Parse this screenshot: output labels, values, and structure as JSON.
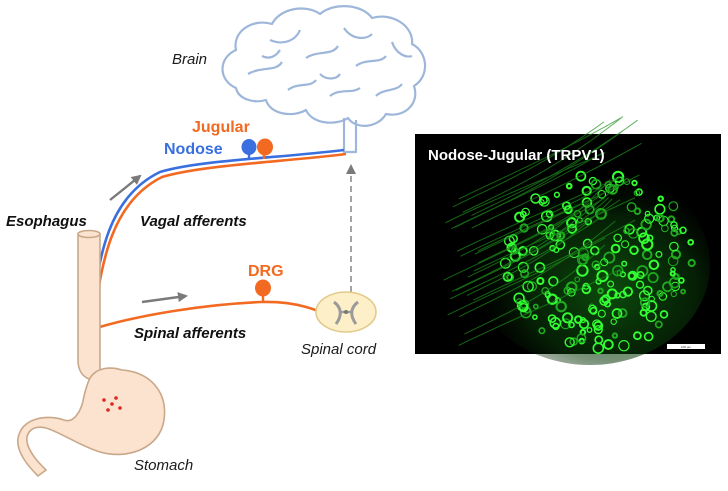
{
  "labels": {
    "brain": "Brain",
    "jugular": "Jugular",
    "nodose": "Nodose",
    "esophagus": "Esophagus",
    "vagal_afferents": "Vagal afferents",
    "drg": "DRG",
    "spinal_afferents": "Spinal afferents",
    "spinal_cord": "Spinal cord",
    "stomach": "Stomach"
  },
  "micrograph": {
    "title": "Nodose-Jugular (TRPV1)",
    "scale_bar_text": "100 µm"
  },
  "colors": {
    "vagal_blue": "#3a6fe0",
    "orange": "#f26a21",
    "brain_outline": "#9db6da",
    "stomach_fill": "#fbe3cf",
    "stomach_outline": "#c9a88a",
    "fluorescence": "#33ff33",
    "arrow_gray": "#7a7a7a"
  }
}
